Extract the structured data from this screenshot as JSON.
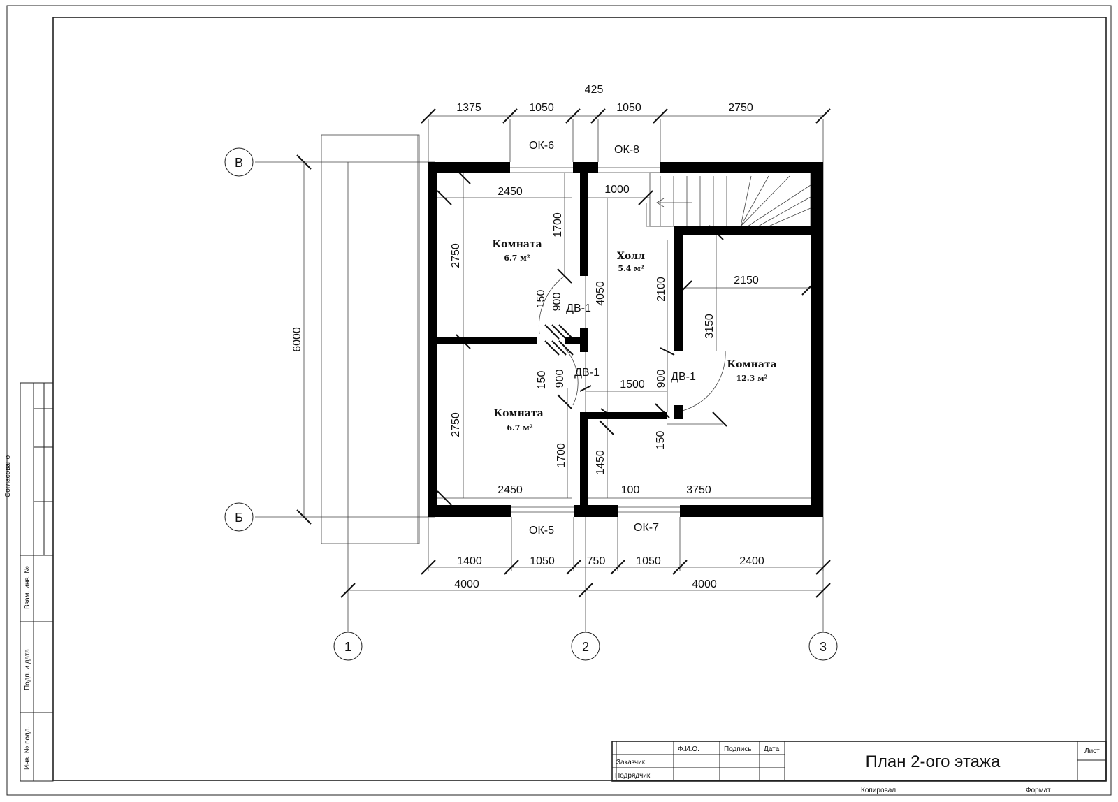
{
  "title_block": {
    "title": "План 2-ого этажа",
    "col_fio": "Ф.И.О.",
    "col_sign": "Подпись",
    "col_date": "Дата",
    "row_customer": "Заказчик",
    "row_contractor": "Подрядчик",
    "sheet": "Лист",
    "copied": "Копировал",
    "format": "Формат"
  },
  "side_stamp": {
    "agreed": "Согласовано",
    "vzam": "Взам. инв. №",
    "podp": "Подп. и дата",
    "inv": "Инв. № подл."
  },
  "axes": {
    "a1": "1",
    "a2": "2",
    "a3": "3",
    "aB": "Б",
    "aV": "В"
  },
  "rooms": {
    "r1_name": "Комната",
    "r1_area": "6.7 м²",
    "r2_name": "Комната",
    "r2_area": "6.7 м²",
    "hall_name": "Холл",
    "hall_area": "5.4 м²",
    "r3_name": "Комната",
    "r3_area": "12.3 м²"
  },
  "openings": {
    "ok6": "ОК-6",
    "ok8": "ОК-8",
    "ok5": "ОК-5",
    "ok7": "ОК-7",
    "dv1_a": "ДВ-1",
    "dv1_b": "ДВ-1",
    "dv1_c": "ДВ-1"
  },
  "dims": {
    "top_425": "425",
    "top_1375": "1375",
    "top_1050a": "1050",
    "top_1050b": "1050",
    "top_2750": "2750",
    "bot_1400": "1400",
    "bot_1050a": "1050",
    "bot_750": "750",
    "bot_1050b": "1050",
    "bot_2400": "2400",
    "bot_4000a": "4000",
    "bot_4000b": "4000",
    "left_6000": "6000",
    "r1_2450": "2450",
    "r1_2750": "2750",
    "r1_1700": "1700",
    "r2_2450": "2450",
    "r2_2750": "2750",
    "r2_1700": "1700",
    "d_150a": "150",
    "d_900a": "900",
    "d_150b": "150",
    "d_900b": "900",
    "h_1000": "1000",
    "h_4050": "4050",
    "h_2100": "2100",
    "h_900": "900",
    "h_1500": "1500",
    "h_1450": "1450",
    "h_150": "150",
    "h_100": "100",
    "h_3750": "3750",
    "r3_2150": "2150",
    "r3_3150": "3150"
  }
}
